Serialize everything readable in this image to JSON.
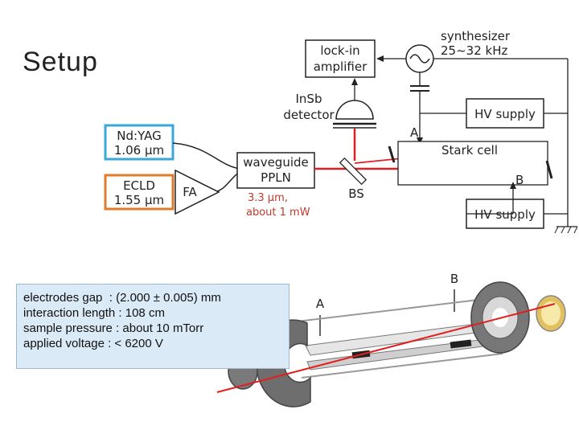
{
  "slide": {
    "title": "Setup"
  },
  "schematic": {
    "lock_in": [
      "lock-in",
      "amplifier"
    ],
    "synthesizer": [
      "synthesizer",
      "25~32 kHz"
    ],
    "detector": [
      "InSb",
      "detector"
    ],
    "nd_yag": [
      "Nd:YAG",
      "1.06 μm"
    ],
    "ecld": [
      "ECLD",
      "1.55 μm"
    ],
    "fa": "FA",
    "waveguide": [
      "waveguide",
      "PPLN"
    ],
    "output": [
      "3.3 μm,",
      "about 1 mW"
    ],
    "bs": "BS",
    "hv_top": "HV supply",
    "hv_bottom": "HV supply",
    "stark": "Stark cell",
    "label_a": "A",
    "label_b": "B",
    "colors": {
      "beam": "#e02020",
      "nd_yag_box": "#39a7d8",
      "ecld_box": "#e07b2b",
      "hv_wire": "#111111"
    }
  },
  "photo": {
    "label_a": "A",
    "label_b": "B"
  },
  "info": {
    "lines": [
      "electrodes gap  : (2.000 ± 0.005) mm",
      "interaction length : 108 cm",
      "sample pressure : about 10 mTorr",
      "applied voltage : < 6200 V"
    ]
  }
}
